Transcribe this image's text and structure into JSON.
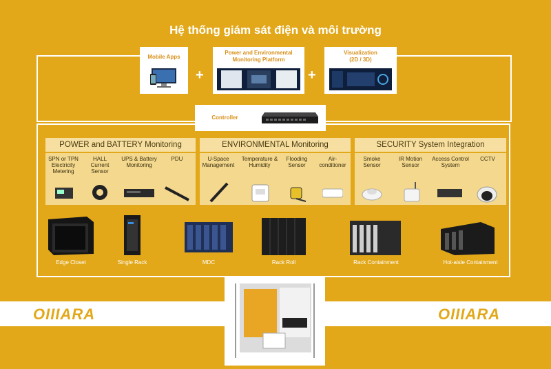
{
  "title": "Hệ thống giám sát điện và môi trường",
  "top_boxes": {
    "mobile": "Mobile Apps",
    "platform": "Power and Environmental Monitoring Platform",
    "visualization": "Visualization (2D / 3D)"
  },
  "plus": "+",
  "controller": "Controller",
  "sections": [
    {
      "title": "POWER and BATTERY Monitoring",
      "items": [
        "SPN or TPN Electricity Metering",
        "HALL Current Sensor",
        "UPS & Battery Monitoring",
        "PDU"
      ]
    },
    {
      "title": "ENVIRONMENTAL Monitoring",
      "items": [
        "U-Space Management",
        "Temperature & Humidity",
        "Flooding Sensor",
        "Air-conditioner"
      ]
    },
    {
      "title": "SECURITY System Integration",
      "items": [
        "Smoke Sensor",
        "IR Motion Sensor",
        "Access Control System",
        "CCTV"
      ]
    }
  ],
  "racks": [
    "Edge Closet",
    "Single Rack",
    "MDC",
    "Rack Roll",
    "Rack Containment",
    "Hot-aisle Containment"
  ],
  "brand": "OIIIARA",
  "colors": {
    "background": "#e2a81a",
    "accent": "#d8901a",
    "panel": "#f3d88e"
  }
}
